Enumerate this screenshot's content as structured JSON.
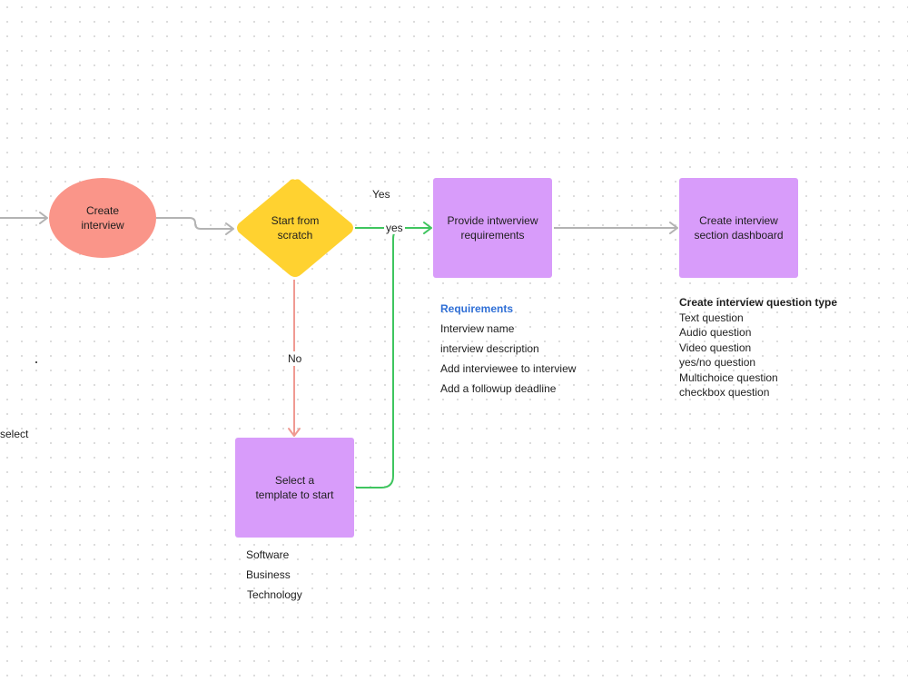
{
  "colors": {
    "ellipse": "#fa9589",
    "diamond": "#ffd230",
    "sticky": "#d89cfa",
    "connector_gray": "#b3b3b3",
    "connector_green": "#3fc55f",
    "connector_red": "#f09a92",
    "requirements_title": "#2f6fd6"
  },
  "nodes": {
    "create_interview": "Create\ninterview",
    "start_from_scratch": "Start from\nscratch",
    "provide_requirements": "Provide intwerview\nrequirements",
    "section_dashboard": "Create interview\nsection dashboard",
    "select_template": "Select a\ntemplate to start"
  },
  "edge_labels": {
    "yes_upper": "Yes",
    "yes_lower": "yes",
    "no": "No"
  },
  "requirements": {
    "title": "Requirements",
    "items": [
      "Interview name",
      "interview description",
      "Add interviewee to interview",
      "Add a followup deadline"
    ]
  },
  "question_types": {
    "title": "Create interview question type",
    "items": [
      "Text question",
      "Audio question",
      "Video question",
      "yes/no question",
      "Multichoice question",
      "checkbox question"
    ]
  },
  "templates": {
    "items": [
      "Software",
      "Business",
      "Technology"
    ]
  },
  "side_text": "select",
  "icons": {
    "arrowhead": "chevron-arrowhead-icon"
  }
}
